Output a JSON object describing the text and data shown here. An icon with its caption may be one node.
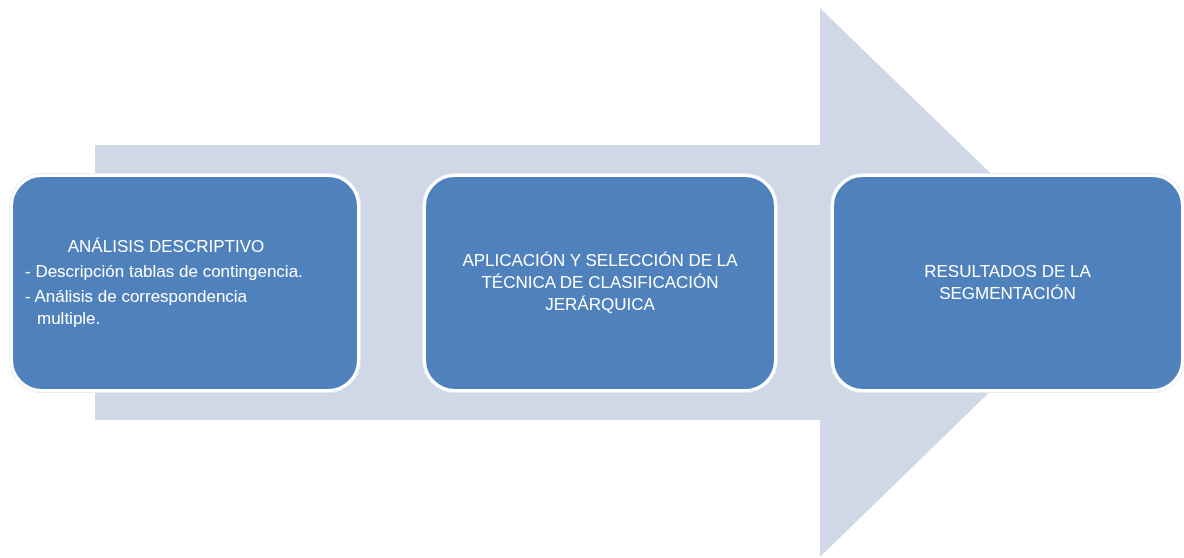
{
  "diagram": {
    "nodes": [
      {
        "text": [
          "ANÁLISIS DESCRIPTIVO",
          "- Descripción tablas de contingencia.",
          "- Análisis de correspondencia multiple."
        ]
      },
      {
        "text": [
          "APLICACIÓN Y SELECCIÓN DE LA TÉCNICA DE CLASIFICACIÓN JERÁRQUICA"
        ]
      },
      {
        "text": [
          "RESULTADOS DE LA SEGMENTACIÓN"
        ]
      }
    ],
    "edges": [
      {
        "from": 0,
        "to": 2,
        "arrow": "to"
      }
    ]
  }
}
